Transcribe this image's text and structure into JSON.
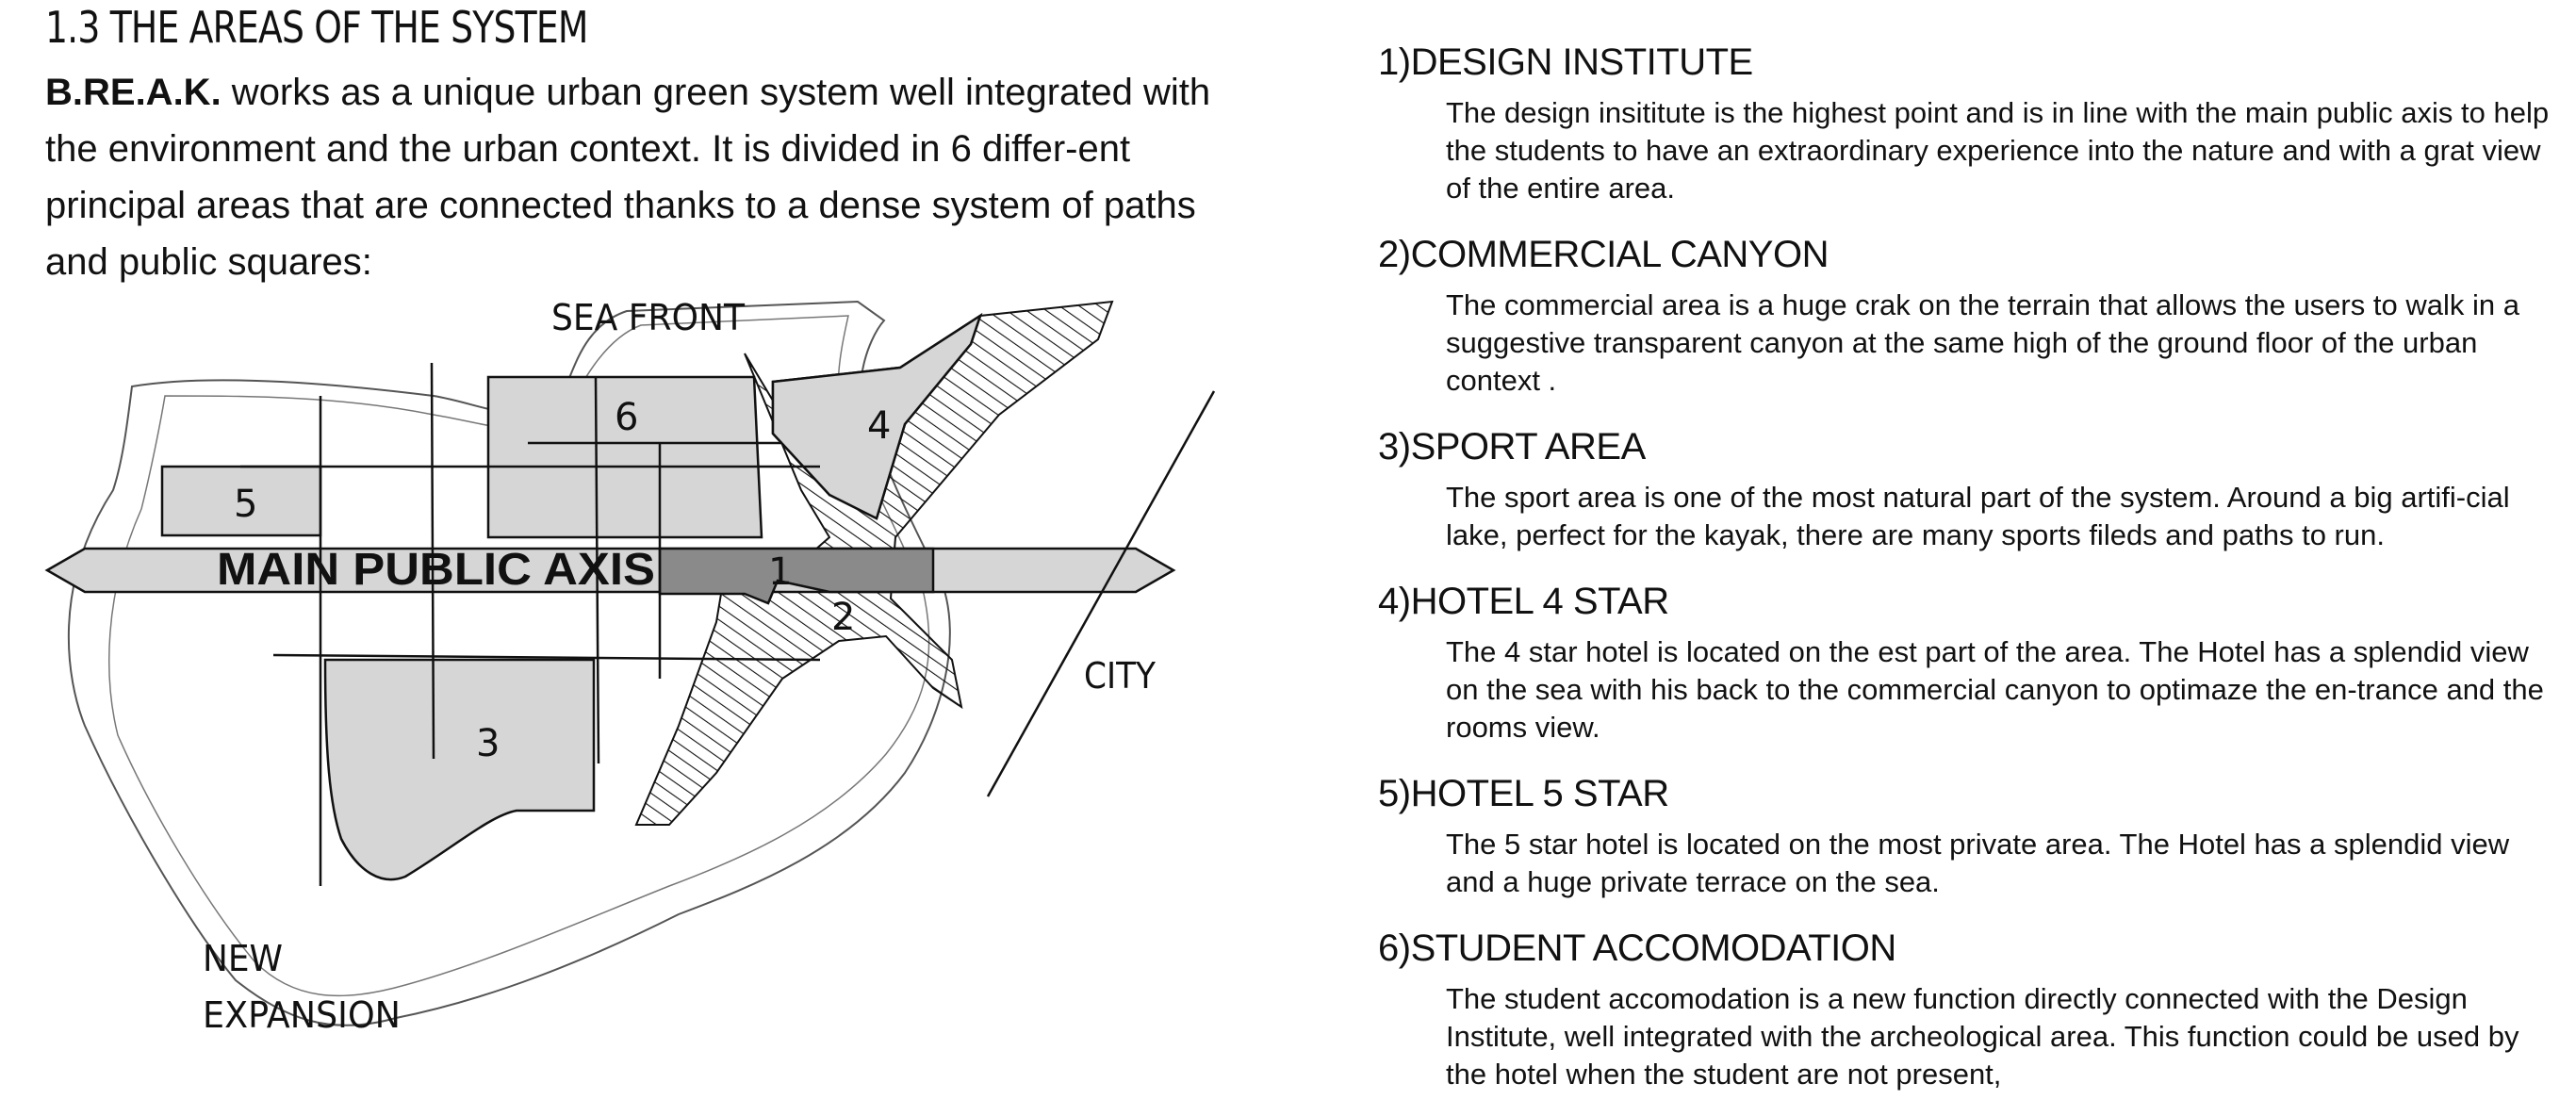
{
  "page": {
    "title": "1.3 THE AREAS OF THE SYSTEM",
    "intro_bold": "B.RE.A.K.",
    "intro_text": " works as a unique urban green system well integrated with the environment and the urban context. It is divided in 6 differ-ent principal areas that are connected thanks to a dense system of paths and public squares:"
  },
  "diagram": {
    "label_sea_front": "SEA FRONT",
    "label_city": "CITY",
    "label_new": "NEW",
    "label_expansion": "EXPANSION",
    "label_axis": "MAIN PUBLIC AXIS",
    "zone_1": "1",
    "zone_2": "2",
    "zone_3": "3",
    "zone_4": "4",
    "zone_5": "5",
    "zone_6": "6",
    "colors": {
      "fill": "#d6d6d6",
      "axis_dark": "#8a8a8a",
      "stroke": "#111111"
    }
  },
  "sections": [
    {
      "heading": "1)DESIGN INSTITUTE",
      "text": "The design insititute is the highest point and is in line with the main public axis to help the students to have an extraordinary experience into the nature and with a grat view of the entire area."
    },
    {
      "heading": "2)COMMERCIAL CANYON",
      "text": "The commercial area is a huge crak on the terrain that allows the users to walk in a suggestive transparent canyon at the same high of the ground floor of the urban context ."
    },
    {
      "heading": "3)SPORT AREA",
      "text": "The sport area is one of the most natural part of the system. Around a big artifi-cial lake, perfect for the kayak, there are many sports fileds and paths to run."
    },
    {
      "heading": "4)HOTEL 4 STAR",
      "text": "The 4 star hotel is located on the est part of the area. The Hotel has a splendid view on the sea with his back to the commercial canyon to optimaze the en-trance and the rooms view."
    },
    {
      "heading": "5)HOTEL 5 STAR",
      "text": "The 5 star hotel is located on the most private area. The Hotel has a splendid view and a huge private terrace on the sea."
    },
    {
      "heading": "6)STUDENT ACCOMODATION",
      "text": "The student accomodation is a new function directly connected with the Design Institute, well integrated with the archeological area. This function could be used by the hotel when the student are not present,"
    }
  ]
}
